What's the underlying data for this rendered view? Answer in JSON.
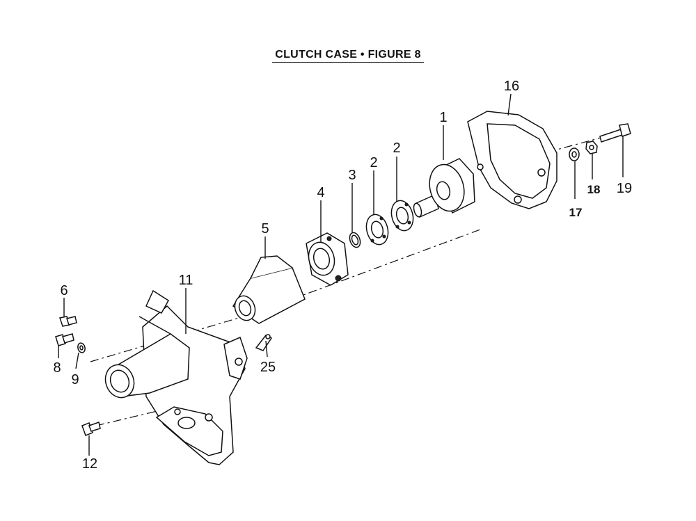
{
  "title": "CLUTCH CASE • FIGURE 8",
  "labels": {
    "p1": "1",
    "p2a": "2",
    "p2b": "2",
    "p3": "3",
    "p4": "4",
    "p5": "5",
    "p6": "6",
    "p8": "8",
    "p9": "9",
    "p11": "11",
    "p12": "12",
    "p16": "16",
    "p17": "17",
    "p18": "18",
    "p19": "19",
    "p25": "25"
  }
}
